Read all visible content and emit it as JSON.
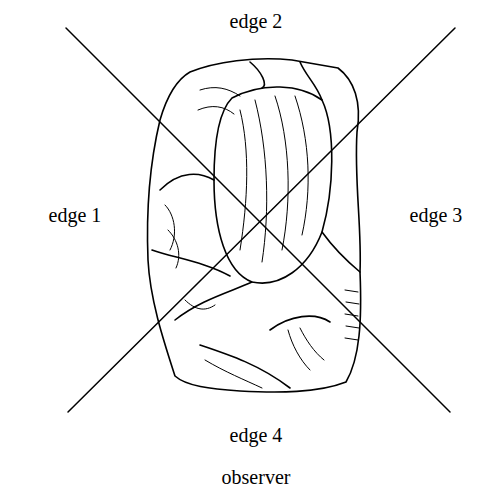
{
  "diagram": {
    "labels": [
      "edge 2",
      "edge 1",
      "edge 3",
      "edge 4",
      "observer"
    ]
  }
}
